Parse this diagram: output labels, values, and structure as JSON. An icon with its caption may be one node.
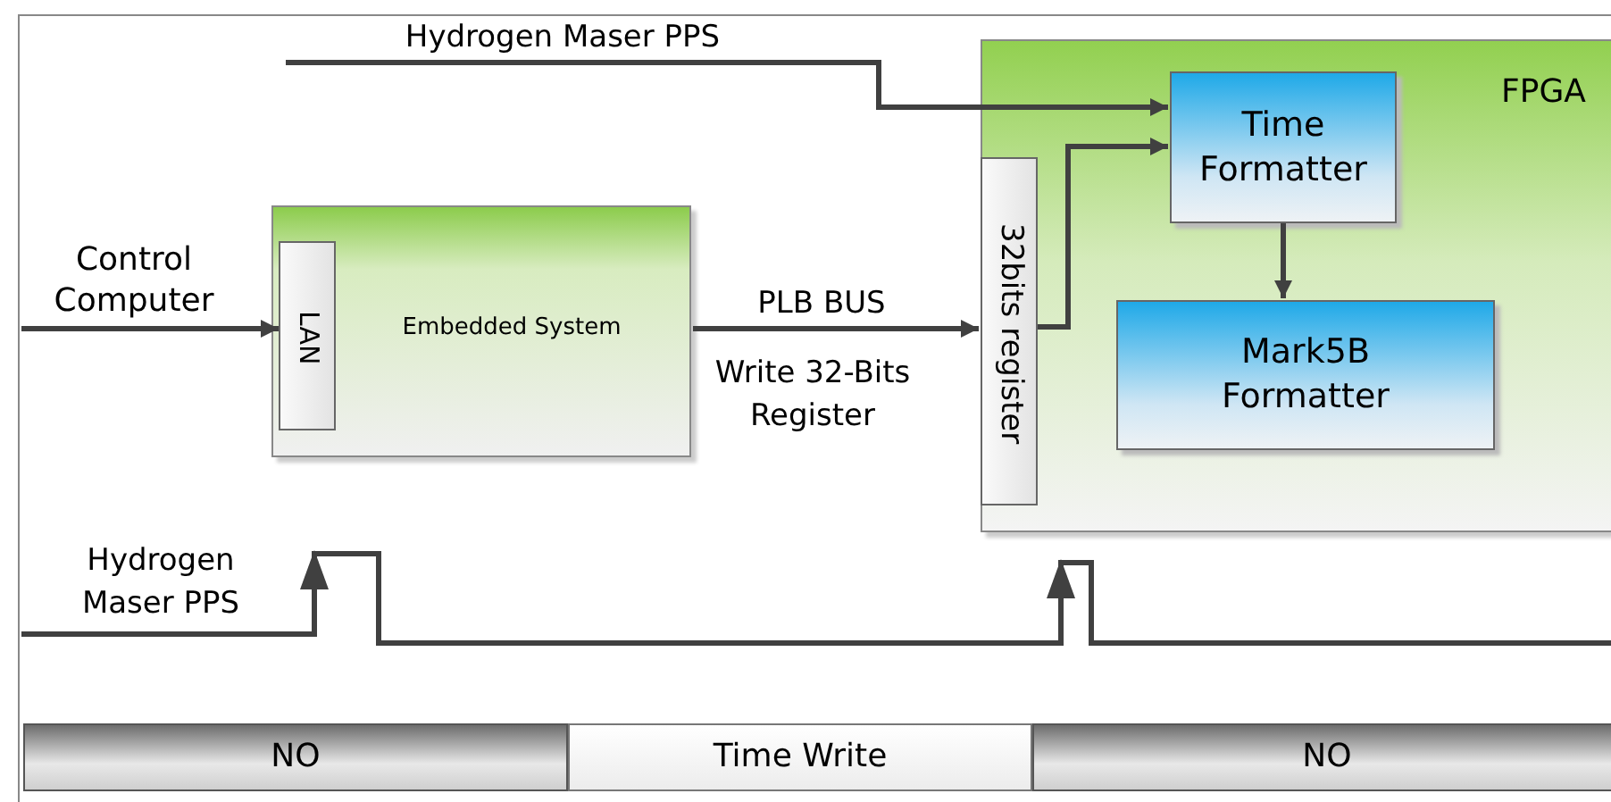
{
  "diagram": {
    "nodes": [
      {
        "text": [
          "Hydrogen Maser PPS"
        ]
      },
      {
        "text": [
          "FPGA"
        ]
      },
      {
        "text": [
          "Time Formatter"
        ],
        "in": 1
      },
      {
        "text": [
          "Mark5B Formatter"
        ],
        "in": 1
      },
      {
        "text": [
          "32bits register"
        ],
        "in": 1
      },
      {
        "text": [
          "Embedded System"
        ]
      },
      {
        "text": [
          "LAN"
        ],
        "in": 5
      },
      {
        "text": [
          "Control Computer"
        ]
      },
      {
        "text": [
          "NO"
        ]
      },
      {
        "text": [
          "Time Write"
        ]
      },
      {
        "text": [
          "NO"
        ]
      }
    ],
    "edges": [
      {
        "from": 0,
        "to": 2,
        "arrow": "to"
      },
      {
        "from": 4,
        "to": 2,
        "arrow": "to"
      },
      {
        "from": 2,
        "to": 3,
        "arrow": "to"
      },
      {
        "from": 5,
        "to": 4,
        "arrow": "to",
        "label": "PLB BUS"
      },
      {
        "from": 7,
        "to": 6,
        "arrow": "to"
      }
    ],
    "labels": [
      "Write 32-Bits Register",
      "Hydrogen Maser PPS"
    ]
  }
}
